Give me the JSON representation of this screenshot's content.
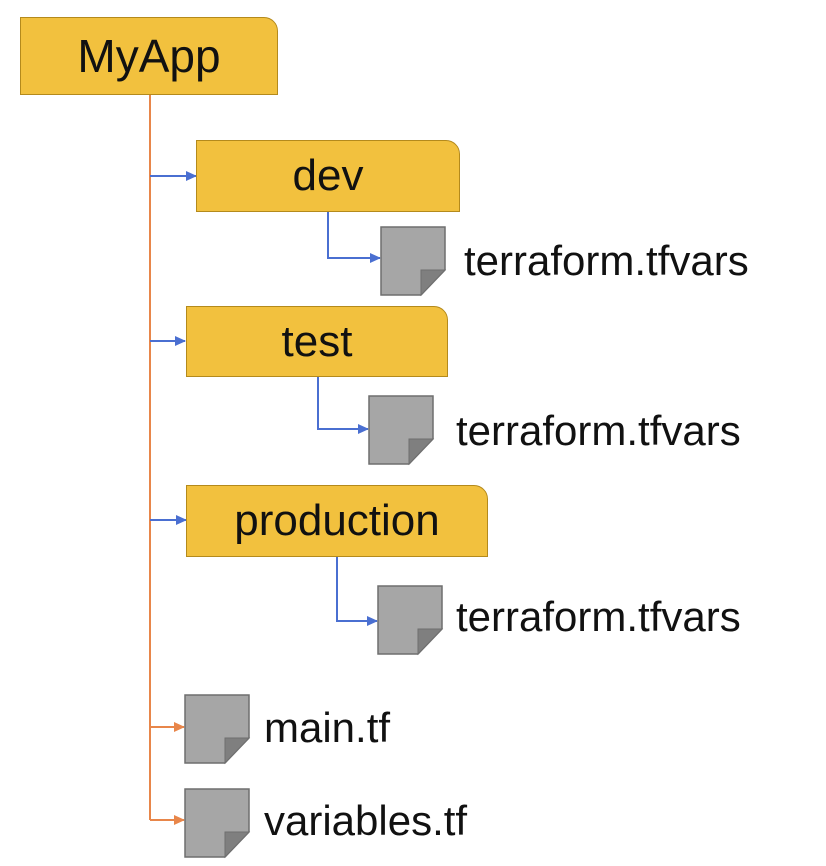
{
  "tree": {
    "root": {
      "label": "MyApp"
    },
    "folders": [
      {
        "label": "dev",
        "file": "terraform.tfvars"
      },
      {
        "label": "test",
        "file": "terraform.tfvars"
      },
      {
        "label": "production",
        "file": "terraform.tfvars"
      }
    ],
    "root_files": [
      {
        "label": "main.tf"
      },
      {
        "label": "variables.tf"
      }
    ]
  },
  "colors": {
    "folder_fill": "#f2c13e",
    "folder_border": "#b48a1c",
    "root_trunk": "#e8864a",
    "branch_blue": "#4a6fd1",
    "file_fill": "#a6a6a6"
  },
  "icons": {
    "file": "document-icon"
  }
}
